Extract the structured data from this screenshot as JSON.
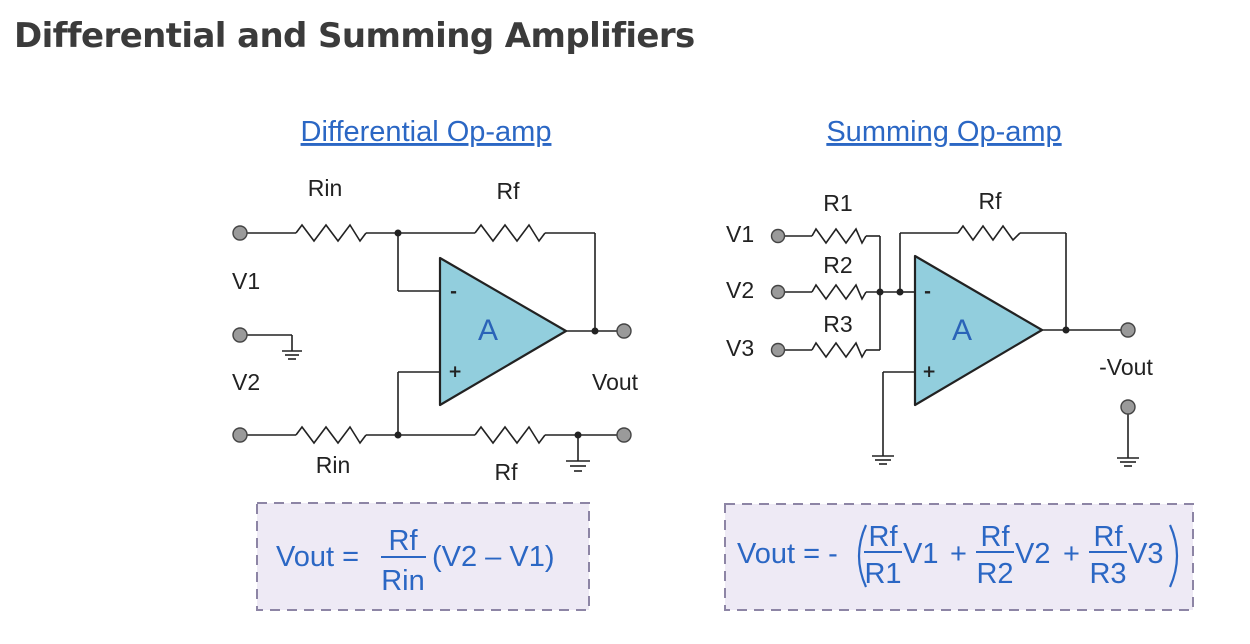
{
  "page_title": "Differential and Summing Amplifiers",
  "differential": {
    "heading": "Differential Op-amp",
    "labels": {
      "rin_top": "Rin",
      "rf_top": "Rf",
      "rin_bottom": "Rin",
      "rf_bottom": "Rf",
      "v1": "V1",
      "v2": "V2",
      "vout": "Vout",
      "amp": "A",
      "minus": "-",
      "plus": "+"
    },
    "formula": {
      "lhs": "Vout =",
      "numerator": "Rf",
      "denominator": "Rin",
      "rhs": "(V2 – V1)"
    }
  },
  "summing": {
    "heading": "Summing Op-amp",
    "labels": {
      "r1": "R1",
      "r2": "R2",
      "r3": "R3",
      "rf": "Rf",
      "v1": "V1",
      "v2": "V2",
      "v3": "V3",
      "vout": "-Vout",
      "amp": "A",
      "minus": "-",
      "plus": "+"
    },
    "formula": {
      "lhs": "Vout = -",
      "num1": "Rf",
      "den1": "R1",
      "v1": "V1",
      "plus1": "+",
      "num2": "Rf",
      "den2": "R2",
      "v2": "V2",
      "plus2": "+",
      "num3": "Rf",
      "den3": "R3",
      "v3": "V3"
    }
  },
  "colors": {
    "title": "#3b3b3b",
    "heading": "#2b67c4",
    "opamp_fill": "#92cedd",
    "formula_box_fill": "#eeeaf5",
    "formula_box_border": "#8d85a5"
  }
}
